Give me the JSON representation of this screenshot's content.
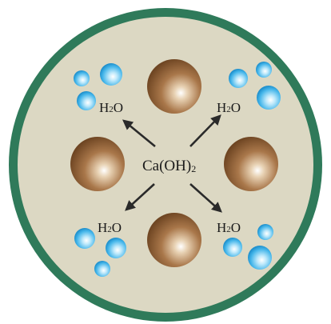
{
  "colors": {
    "border": "#2f7a5a",
    "background": "#dcd8c3",
    "particle": "#9a6a3a",
    "droplet": "#41b5e8",
    "arrow": "#2a2a2a"
  },
  "center": {
    "label": "Ca(OH)",
    "subscript": "2"
  },
  "water": {
    "top_left": {
      "label": "H",
      "subscript": "2",
      "suffix": "O"
    },
    "top_right": {
      "label": "H",
      "subscript": "2",
      "suffix": "O"
    },
    "bottom_left": {
      "label": "H",
      "subscript": "2",
      "suffix": "O"
    },
    "bottom_right": {
      "label": "H",
      "subscript": "2",
      "suffix": "O"
    }
  }
}
